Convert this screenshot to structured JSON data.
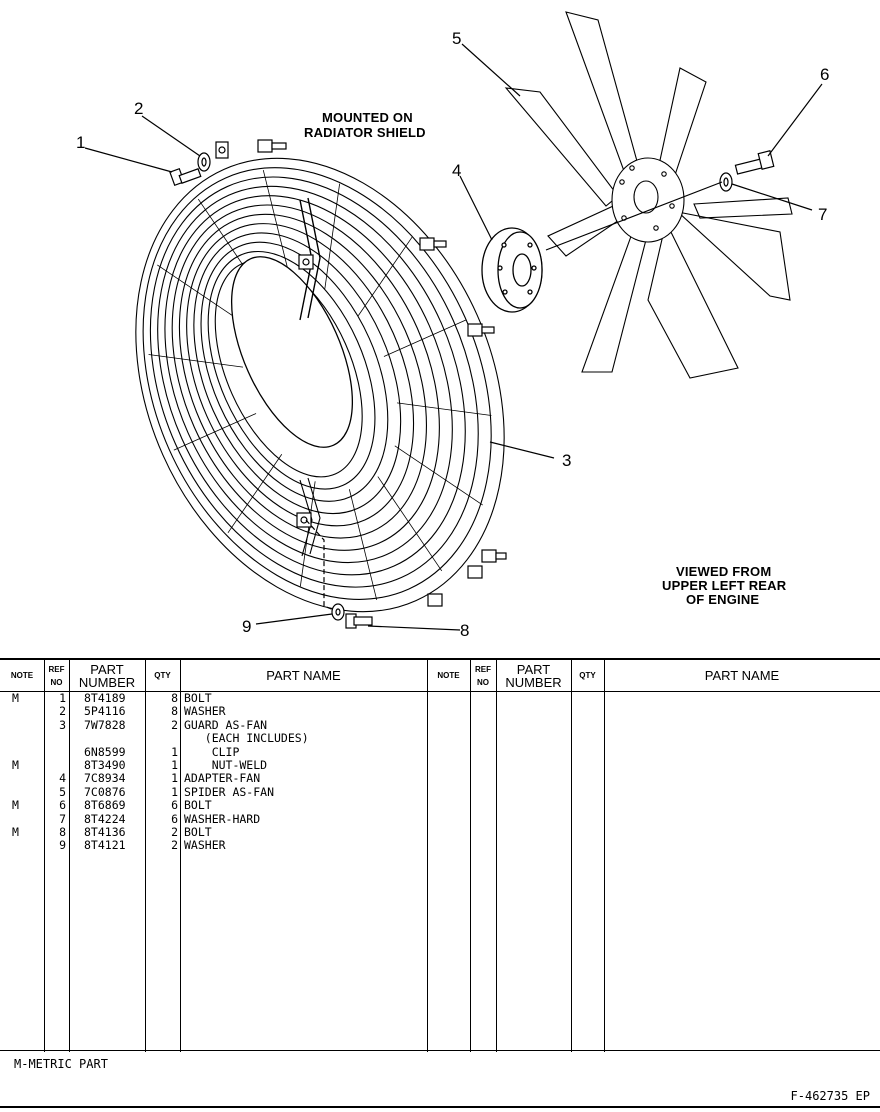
{
  "diagram": {
    "labels": {
      "mounted": [
        "MOUNTED ON",
        "RADIATOR SHIELD"
      ],
      "viewed": [
        "VIEWED FROM",
        "UPPER LEFT REAR",
        "OF ENGINE"
      ]
    },
    "callouts": [
      "1",
      "2",
      "3",
      "4",
      "5",
      "6",
      "7",
      "8",
      "9"
    ]
  },
  "table": {
    "headers": {
      "note": "NOTE",
      "ref_top": "REF",
      "ref_bottom": "NO",
      "pn_top": "PART",
      "pn_bottom": "NUMBER",
      "qty": "QTY",
      "name": "PART NAME"
    },
    "rows": [
      {
        "note": "M",
        "ref": "1",
        "pn": "8T4189",
        "qty": "8",
        "name": "BOLT"
      },
      {
        "note": "",
        "ref": "2",
        "pn": "5P4116",
        "qty": "8",
        "name": "WASHER"
      },
      {
        "note": "",
        "ref": "3",
        "pn": "7W7828",
        "qty": "2",
        "name": "GUARD AS-FAN"
      },
      {
        "note": "",
        "ref": "",
        "pn": "",
        "qty": "",
        "name": "   (EACH INCLUDES)"
      },
      {
        "note": "",
        "ref": "",
        "pn": "6N8599",
        "qty": "1",
        "name": "    CLIP"
      },
      {
        "note": "M",
        "ref": "",
        "pn": "8T3490",
        "qty": "1",
        "name": "    NUT-WELD"
      },
      {
        "note": "",
        "ref": "4",
        "pn": "7C8934",
        "qty": "1",
        "name": "ADAPTER-FAN"
      },
      {
        "note": "",
        "ref": "5",
        "pn": "7C0876",
        "qty": "1",
        "name": "SPIDER AS-FAN"
      },
      {
        "note": "M",
        "ref": "6",
        "pn": "8T6869",
        "qty": "6",
        "name": "BOLT"
      },
      {
        "note": "",
        "ref": "7",
        "pn": "8T4224",
        "qty": "6",
        "name": "WASHER-HARD"
      },
      {
        "note": "M",
        "ref": "8",
        "pn": "8T4136",
        "qty": "2",
        "name": "BOLT"
      },
      {
        "note": "",
        "ref": "9",
        "pn": "8T4121",
        "qty": "2",
        "name": "WASHER"
      }
    ]
  },
  "footnote": "M-METRIC PART",
  "figure_id": "F-462735 EP"
}
